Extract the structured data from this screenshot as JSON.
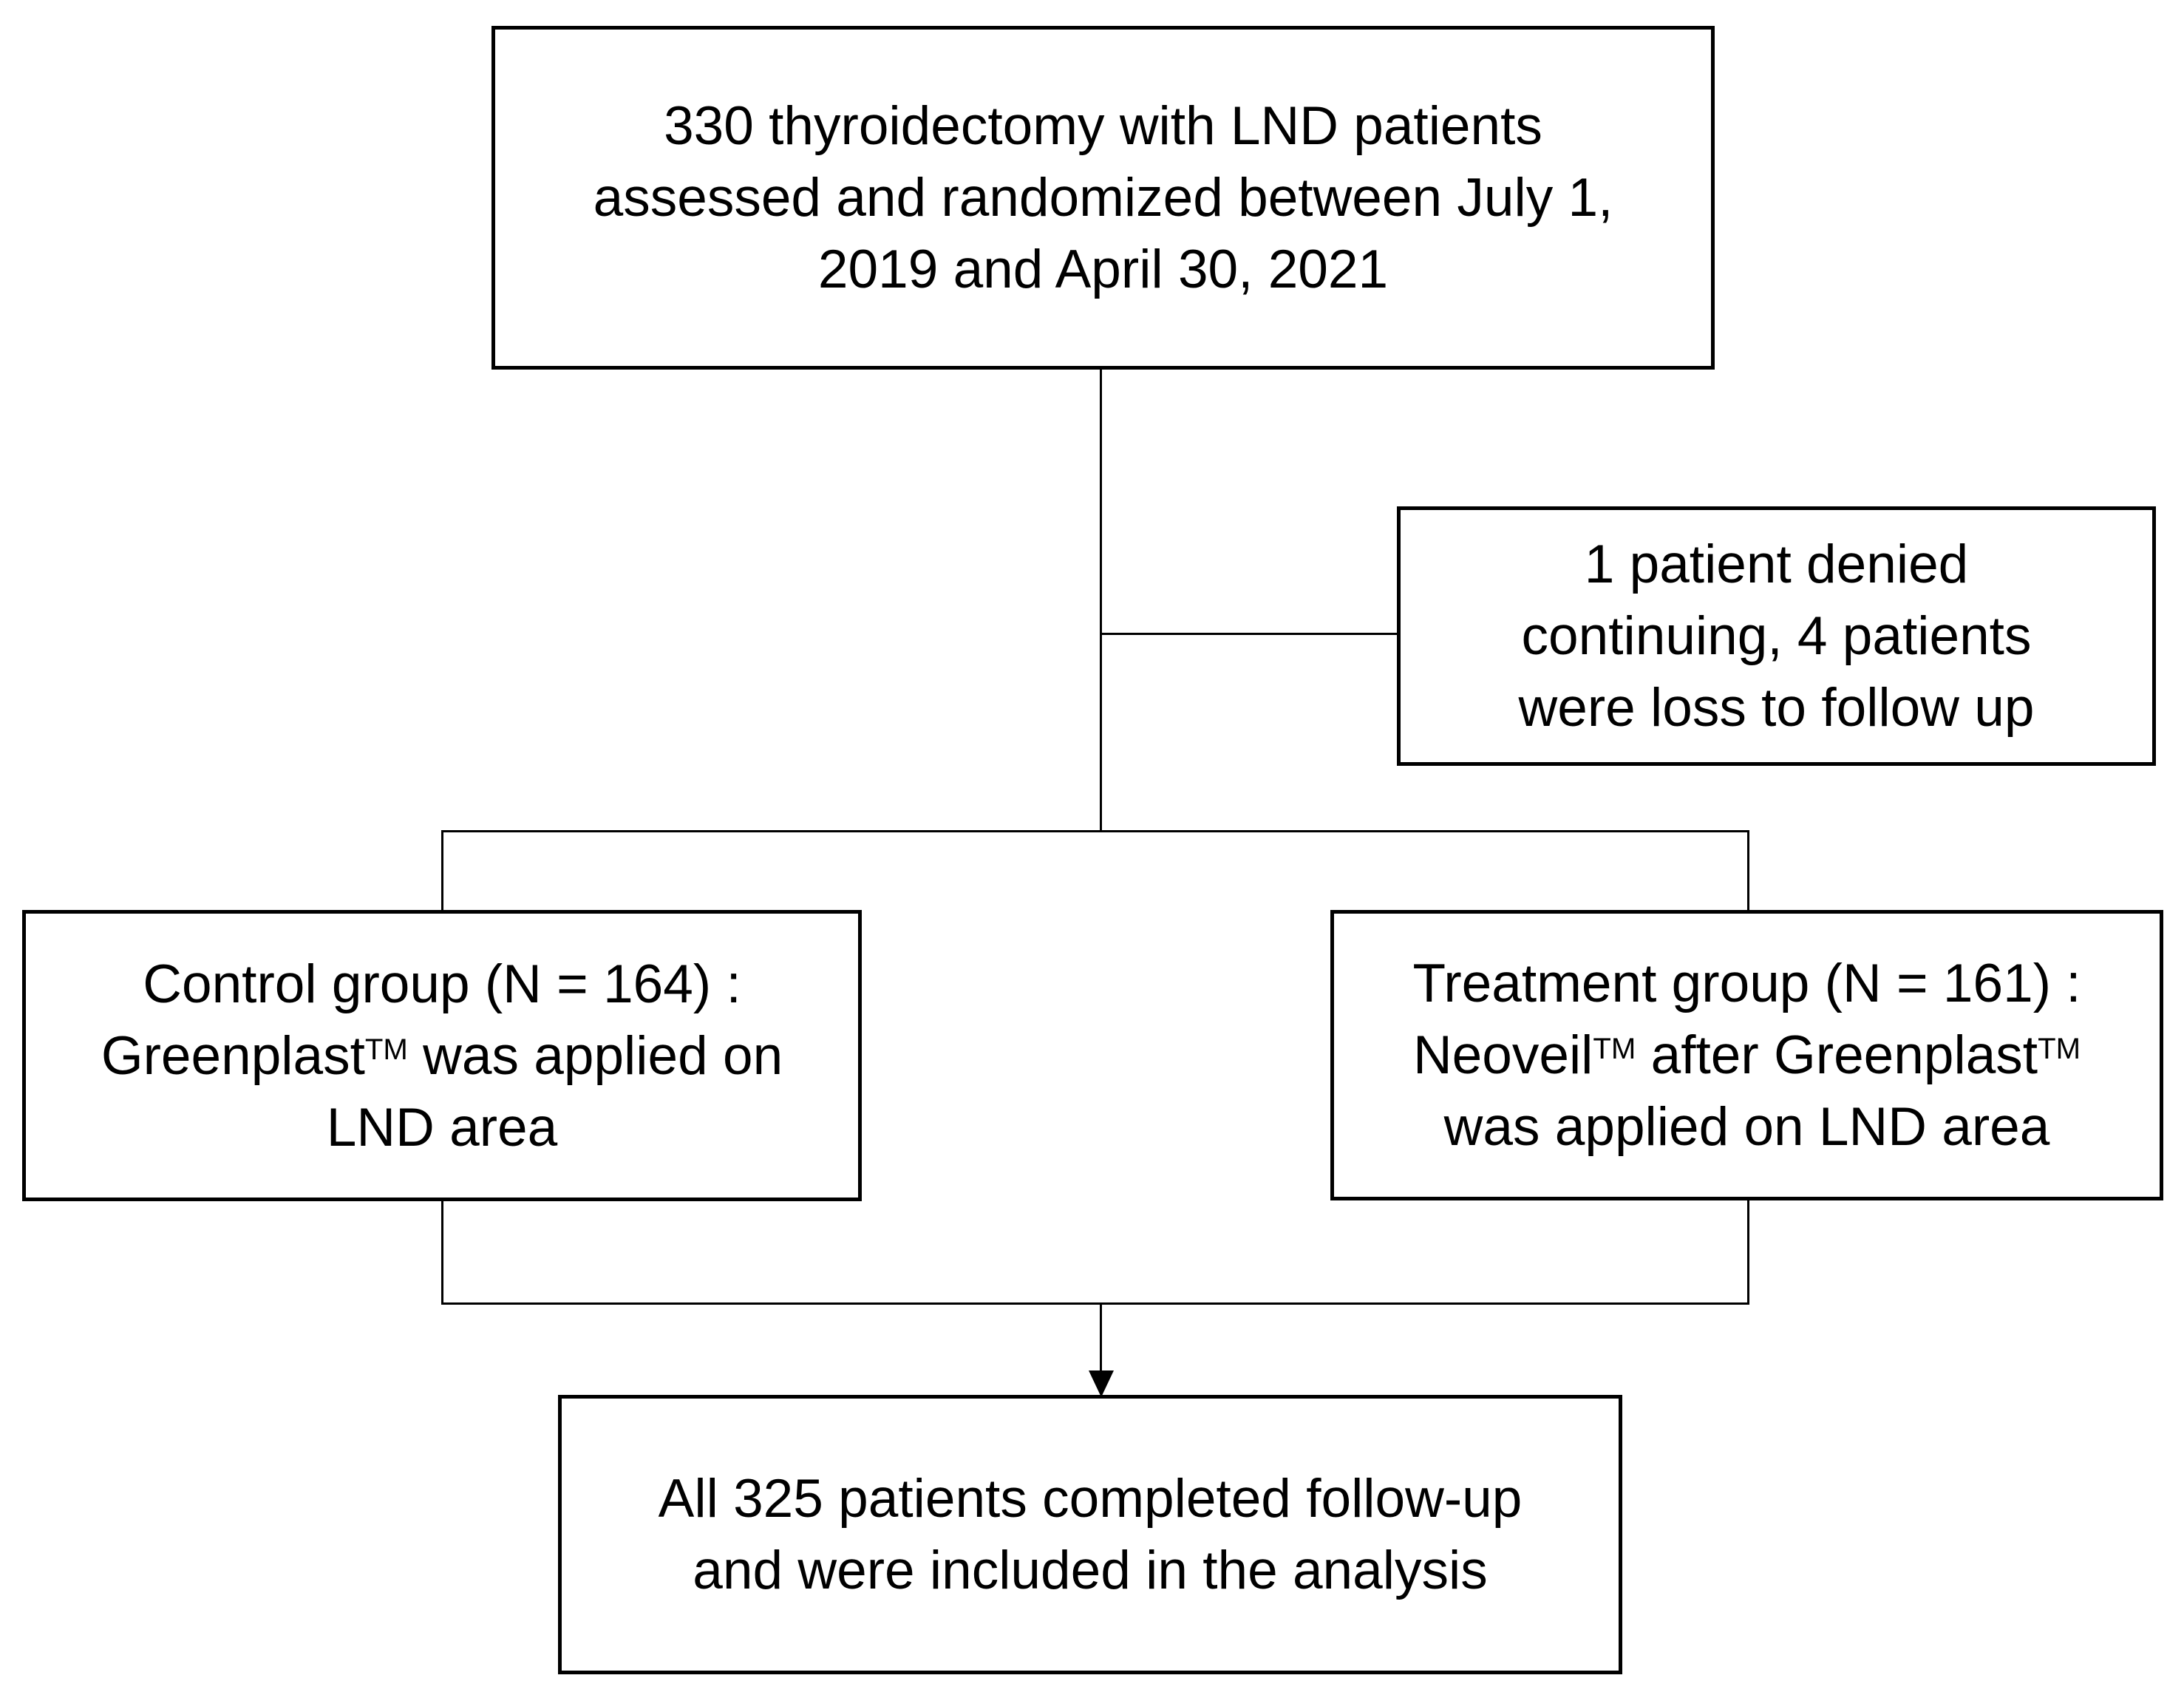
{
  "diagram": {
    "title": "Patient flow diagram",
    "background_color": "#ffffff",
    "line_color": "#000000",
    "text_color": "#000000",
    "boxes": {
      "enrollment": {
        "lines": [
          [
            {
              "t": "330 thyroidectomy with LND patients"
            }
          ],
          [
            {
              "t": "assessed and randomized between July 1,"
            }
          ],
          [
            {
              "t": "2019 and April 30, 2021"
            }
          ]
        ]
      },
      "exclusion": {
        "lines": [
          [
            {
              "t": "1 patient denied"
            }
          ],
          [
            {
              "t": "continuing, 4 patients"
            }
          ],
          [
            {
              "t": "were loss to follow up"
            }
          ]
        ]
      },
      "control": {
        "lines": [
          [
            {
              "t": "Control group (N = 164) :"
            }
          ],
          [
            {
              "t": "Greenplast"
            },
            {
              "t": "TM",
              "sup": true
            },
            {
              "t": " was applied on"
            }
          ],
          [
            {
              "t": "LND area"
            }
          ]
        ]
      },
      "treatment": {
        "lines": [
          [
            {
              "t": "Treatment group (N = 161) :"
            }
          ],
          [
            {
              "t": "Neoveil"
            },
            {
              "t": "TM",
              "sup": true
            },
            {
              "t": " after Greenplast"
            },
            {
              "t": "TM",
              "sup": true
            }
          ],
          [
            {
              "t": "was applied on LND area"
            }
          ]
        ]
      },
      "analysis": {
        "lines": [
          [
            {
              "t": "All 325 patients completed follow-up"
            }
          ],
          [
            {
              "t": "and were included in the analysis"
            }
          ]
        ]
      }
    }
  }
}
